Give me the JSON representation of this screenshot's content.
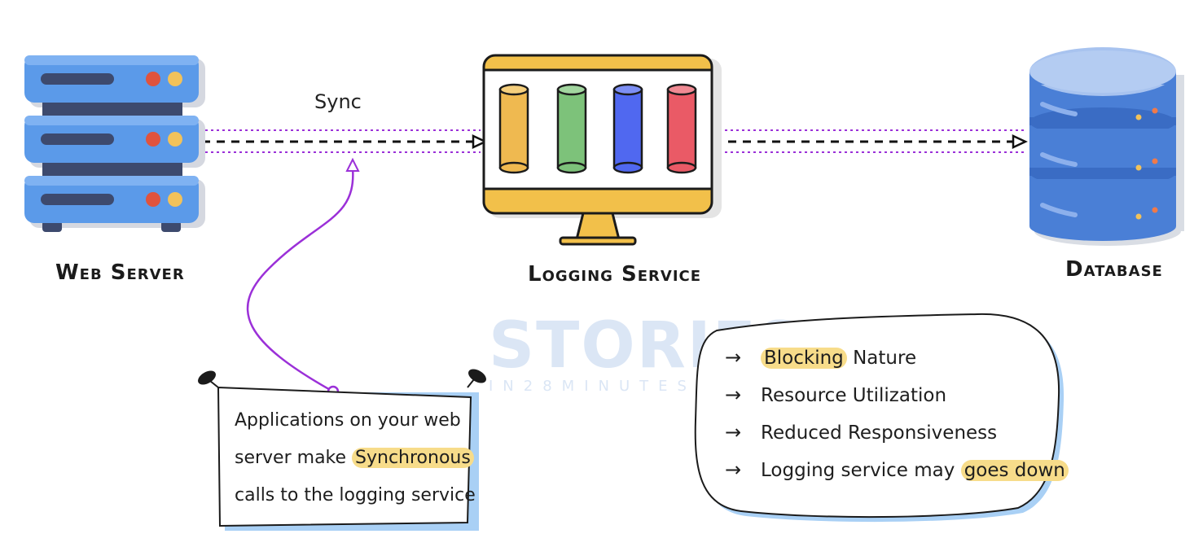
{
  "nodes": {
    "web_server": {
      "label": "Web Server"
    },
    "logging_service": {
      "label": "Logging Service"
    },
    "database": {
      "label": "Database"
    }
  },
  "edges": {
    "sync_label": "Sync"
  },
  "note": {
    "line1_a": "Applications on your web",
    "line2_a": "server make ",
    "line2_highlight": "Synchronous",
    "line3_a": "calls to the logging service"
  },
  "issues": {
    "items": [
      {
        "highlight": "Blocking",
        "rest": " Nature",
        "highlight_first": true
      },
      {
        "highlight": "",
        "rest": "Resource Utilization",
        "highlight_first": false
      },
      {
        "highlight": "",
        "rest": "Reduced Responsiveness",
        "highlight_first": false
      },
      {
        "prefix": "Logging service may ",
        "highlight": "goes down",
        "highlight_first": false
      }
    ]
  },
  "watermark": {
    "big": "STORIES",
    "small": "IN28MINUTES"
  },
  "colors": {
    "server_blue": "#4f8fe6",
    "db_blue": "#4a7fd6",
    "monitor_yellow": "#f2c04a",
    "cyl_orange": "#efb950",
    "cyl_green": "#7dc27a",
    "cyl_blue": "#5068f0",
    "cyl_red": "#ea5a66",
    "purple": "#9b30d8",
    "highlight": "#f7dc8a"
  }
}
